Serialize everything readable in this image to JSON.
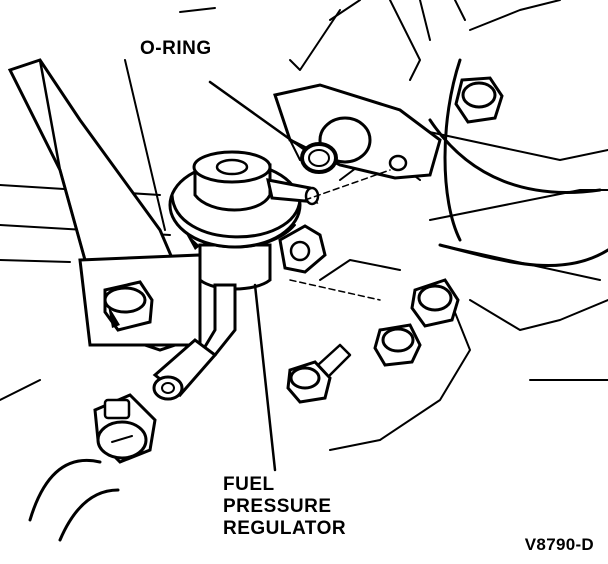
{
  "diagram": {
    "title": "Fuel pressure regulator installation",
    "labels": {
      "o_ring": "O-RING",
      "fuel_pressure_regulator": [
        "FUEL",
        "PRESSURE",
        "REGULATOR"
      ],
      "figure_id": "V8790-D"
    },
    "parts": [
      "o-ring",
      "fuel-pressure-regulator",
      "fuel-rail-mount",
      "vacuum-hose",
      "hose-clamp",
      "bolts",
      "bracket"
    ],
    "colors": {
      "ink": "#000000",
      "paper": "#ffffff"
    }
  }
}
